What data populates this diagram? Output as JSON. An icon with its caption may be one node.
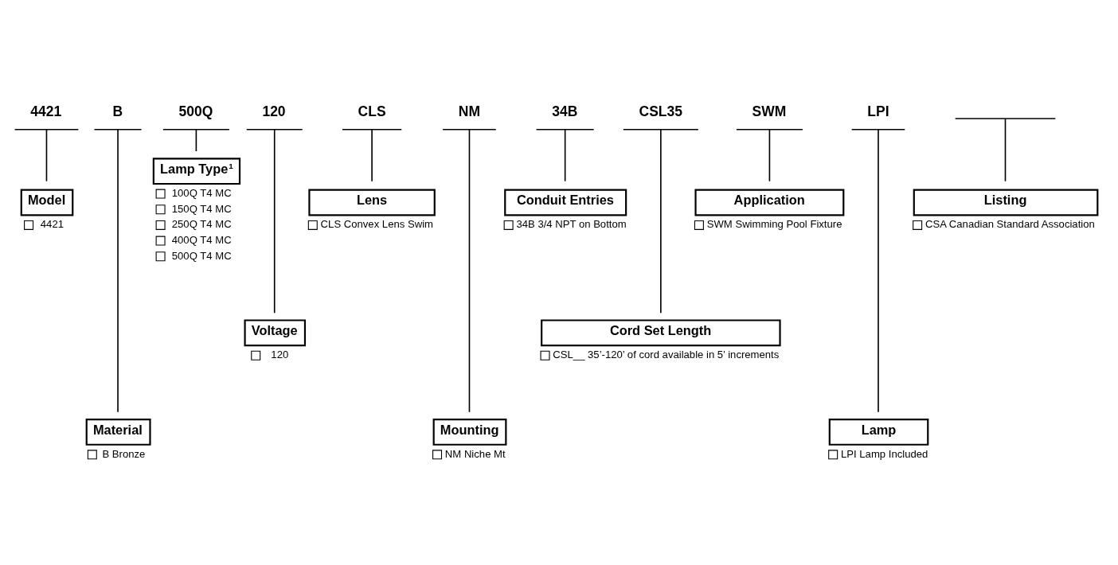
{
  "diagram": {
    "nodes": [
      {
        "text": [
          "4421"
        ]
      },
      {
        "text": [
          "B"
        ]
      },
      {
        "text": [
          "500Q"
        ]
      },
      {
        "text": [
          "120"
        ]
      },
      {
        "text": [
          "CLS"
        ]
      },
      {
        "text": [
          "NM"
        ]
      },
      {
        "text": [
          "34B"
        ]
      },
      {
        "text": [
          "CSL35"
        ]
      },
      {
        "text": [
          "SWM"
        ]
      },
      {
        "text": [
          "LPI"
        ]
      },
      {
        "text": [],
        "shape": "bar"
      },
      {
        "text": [
          "Model",
          "4421"
        ]
      },
      {
        "text": [
          "Material",
          "B Bronze"
        ]
      },
      {
        "text": [
          "Lamp Type$^{1}$",
          "100Q T4 MC",
          "150Q T4 MC",
          "250Q T4 MC",
          "400Q T4 MC",
          "500Q T4 MC"
        ]
      },
      {
        "text": [
          "Voltage",
          "120"
        ]
      },
      {
        "text": [
          "Lens",
          "CLS Convex Lens Swim"
        ]
      },
      {
        "text": [
          "Mounting",
          "NM Niche Mt"
        ]
      },
      {
        "text": [
          "Conduit Entries",
          "34B 3/4 NPT on Bottom"
        ]
      },
      {
        "text": [
          "Cord Set Length",
          "CSL__ 35’-120’ of cord available in 5’ increments"
        ]
      },
      {
        "text": [
          "Application",
          "SWM Swimming Pool Fixture"
        ]
      },
      {
        "text": [
          "Lamp",
          "LPI Lamp Included"
        ]
      },
      {
        "text": [
          "Listing",
          "CSA Canadian Standard Association"
        ]
      }
    ],
    "edges": [
      {
        "from": 0,
        "to": 11,
        "arrow": "none"
      },
      {
        "from": 1,
        "to": 12,
        "arrow": "none"
      },
      {
        "from": 2,
        "to": 13,
        "arrow": "none"
      },
      {
        "from": 3,
        "to": 14,
        "arrow": "none"
      },
      {
        "from": 4,
        "to": 15,
        "arrow": "none"
      },
      {
        "from": 5,
        "to": 16,
        "arrow": "none"
      },
      {
        "from": 6,
        "to": 17,
        "arrow": "none"
      },
      {
        "from": 7,
        "to": 18,
        "arrow": "none"
      },
      {
        "from": 8,
        "to": 19,
        "arrow": "none"
      },
      {
        "from": 9,
        "to": 20,
        "arrow": "none"
      },
      {
        "from": 10,
        "to": 21,
        "arrow": "none"
      }
    ]
  }
}
